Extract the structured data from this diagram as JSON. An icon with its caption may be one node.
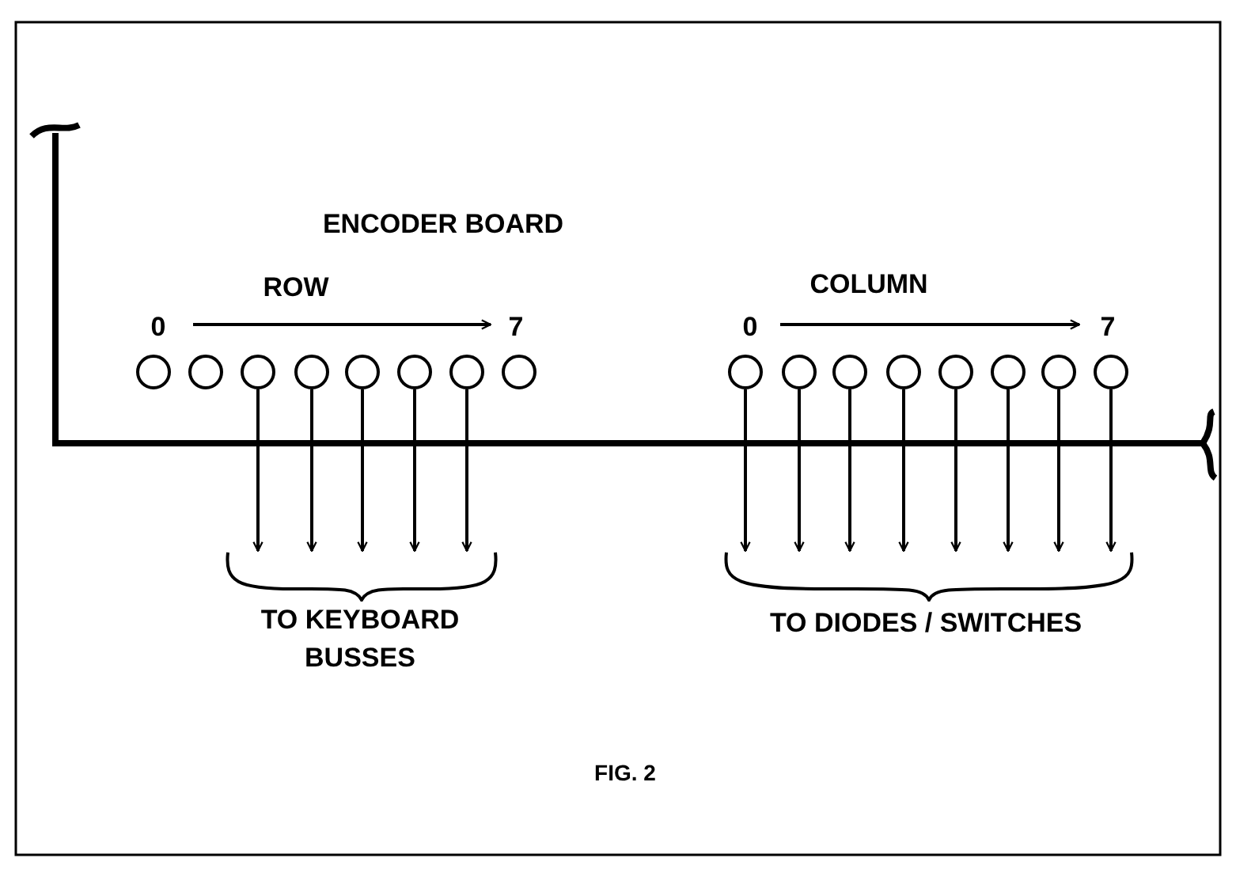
{
  "diagram": {
    "caption": "FIG. 2",
    "nodes": [
      {
        "text": [],
        "shape": "circle"
      },
      {
        "text": [],
        "shape": "circle"
      },
      {
        "text": [],
        "shape": "circle"
      },
      {
        "text": [],
        "shape": "circle"
      },
      {
        "text": [],
        "shape": "circle"
      },
      {
        "text": [],
        "shape": "circle"
      },
      {
        "text": [],
        "shape": "circle"
      },
      {
        "text": [],
        "shape": "circle"
      },
      {
        "text": [],
        "shape": "circle"
      },
      {
        "text": [],
        "shape": "circle"
      },
      {
        "text": [],
        "shape": "circle"
      },
      {
        "text": [],
        "shape": "circle"
      },
      {
        "text": [],
        "shape": "circle"
      },
      {
        "text": [],
        "shape": "circle"
      },
      {
        "text": [],
        "shape": "circle"
      },
      {
        "text": [],
        "shape": "circle"
      },
      {
        "text": [],
        "shape": "brace"
      },
      {
        "text": [],
        "shape": "brace"
      }
    ],
    "edges": [
      {
        "from": 2,
        "to": 16,
        "arrow": "to"
      },
      {
        "from": 3,
        "to": 16,
        "arrow": "to"
      },
      {
        "from": 4,
        "to": 16,
        "arrow": "to"
      },
      {
        "from": 5,
        "to": 16,
        "arrow": "to"
      },
      {
        "from": 6,
        "to": 16,
        "arrow": "to"
      },
      {
        "from": 8,
        "to": 17,
        "arrow": "to"
      },
      {
        "from": 9,
        "to": 17,
        "arrow": "to"
      },
      {
        "from": 10,
        "to": 17,
        "arrow": "to"
      },
      {
        "from": 11,
        "to": 17,
        "arrow": "to"
      },
      {
        "from": 12,
        "to": 17,
        "arrow": "to"
      },
      {
        "from": 13,
        "to": 17,
        "arrow": "to"
      },
      {
        "from": 14,
        "to": 17,
        "arrow": "to"
      },
      {
        "from": 15,
        "to": 17,
        "arrow": "to"
      }
    ],
    "labels": [
      "ENCODER BOARD",
      "ROW",
      "COLUMN",
      "0",
      "7",
      "0",
      "7",
      "TO KEYBOARD BUSSES",
      "TO DIODES / SWITCHES"
    ]
  }
}
